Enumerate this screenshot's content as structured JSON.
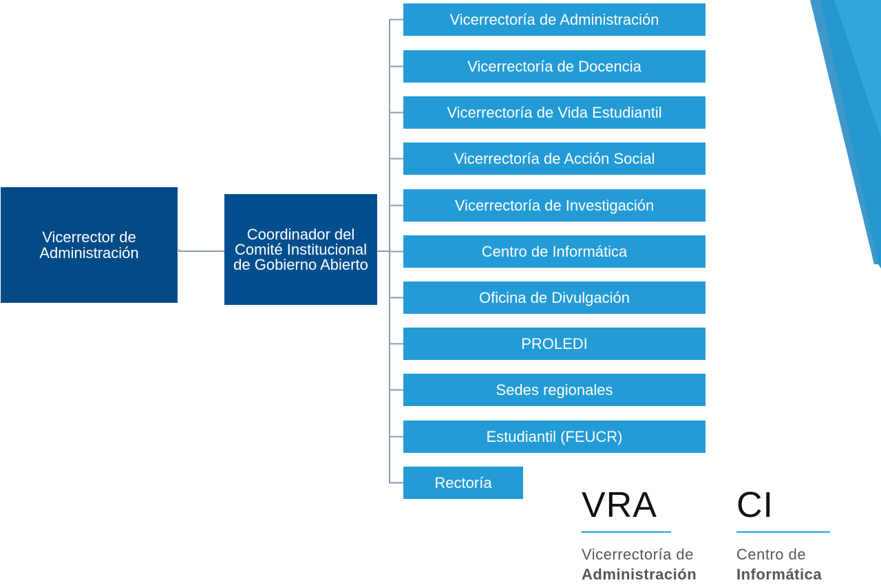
{
  "root": {
    "label": "Vicerrector de Administración"
  },
  "coordinator": {
    "label": "Coordinador del Comité Institucional de Gobierno Abierto"
  },
  "units": [
    "Vicerrectoría de Administración",
    "Vicerrectoría de Docencia",
    "Vicerrectoría de Vida Estudiantil",
    "Vicerrectoría de Acción Social",
    "Vicerrectoría de Investigación",
    "Centro de Informática",
    "Oficina de Divulgación",
    "PROLEDI",
    "Sedes regionales",
    "Estudiantil (FEUCR)",
    "Rectoría"
  ],
  "logos": {
    "vra": {
      "acronym": "VRA",
      "line1": "Vicerrectoría de",
      "line2": "Administración"
    },
    "ci": {
      "acronym": "CI",
      "line1": "Centro de",
      "line2": "Informática"
    }
  },
  "colors": {
    "dark_box": "#034a87",
    "unit_box": "#239bd6",
    "connector": "#8a9ab4",
    "accent_rule": "#2aa0d8"
  }
}
